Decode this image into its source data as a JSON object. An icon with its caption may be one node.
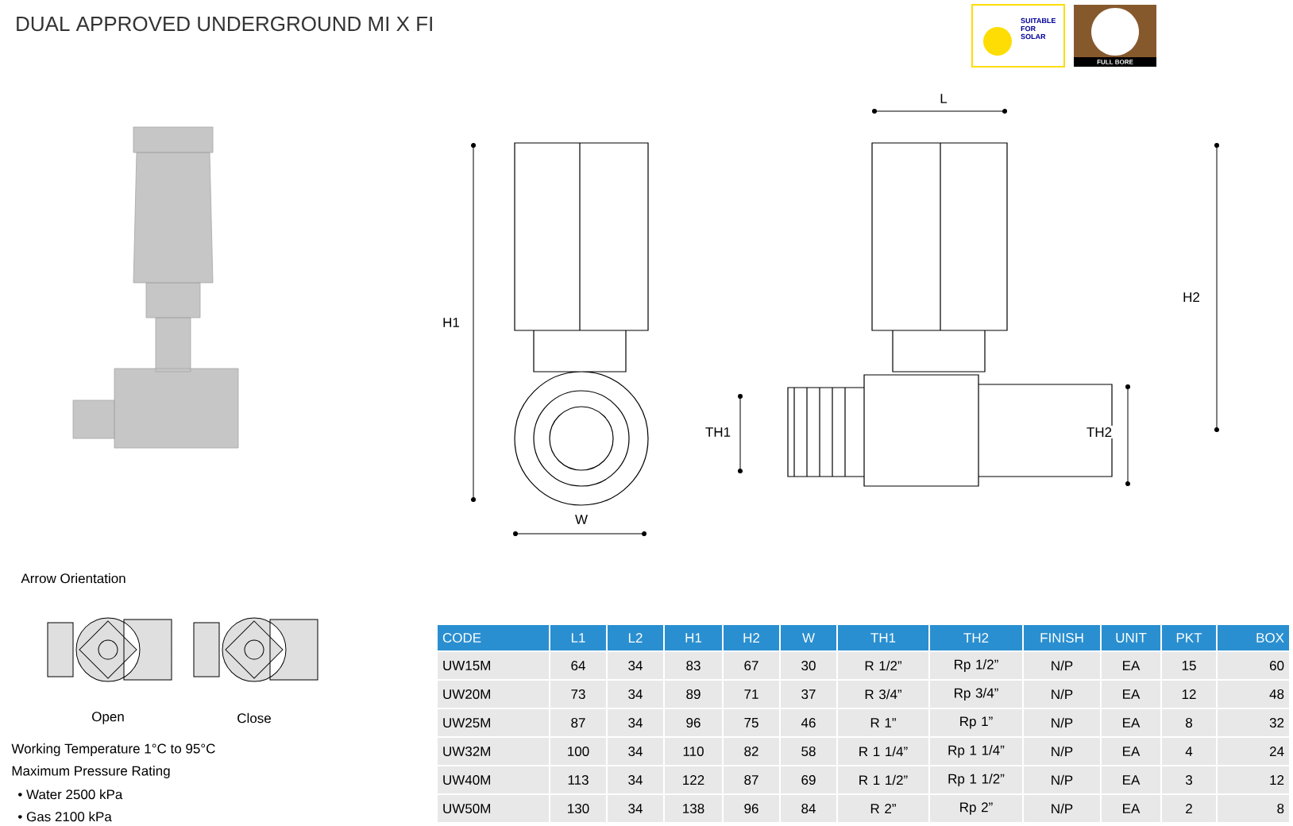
{
  "diagram": {
    "title": "DUAL APPROVED UNDERGROUND MI X FI",
    "labels": [
      "SUITABLE FOR SOLAR",
      "FULL BORE",
      "H1",
      "W",
      "TH1",
      "L",
      "H2",
      "TH2",
      "Arrow Orientation",
      "Open",
      "Close",
      "Working Temperature  1°C to 95°C",
      "Maximum Pressure Rating",
      "• Water 2500 kPa",
      "• Gas 2100 kPa",
      "CODE",
      "L1",
      "L2",
      "H1",
      "H2",
      "W",
      "TH1",
      "TH2",
      "FINISH",
      "UNIT",
      "PKT",
      "BOX",
      "UW15M",
      "64",
      "34",
      "83",
      "67",
      "30",
      "R 1/2”",
      "Rp 1/2”",
      "N/P",
      "EA",
      "15",
      "60",
      "UW20M",
      "73",
      "34",
      "89",
      "71",
      "37",
      "R 3/4”",
      "Rp 3/4”",
      "N/P",
      "EA",
      "12",
      "48",
      "UW25M",
      "87",
      "34",
      "96",
      "75",
      "46",
      "R 1”",
      "Rp 1”",
      "N/P",
      "EA",
      "8",
      "32",
      "UW32M",
      "100",
      "34",
      "110",
      "82",
      "58",
      "R 1 1/4”",
      "Rp 1 1/4”",
      "N/P",
      "EA",
      "4",
      "24",
      "UW40M",
      "113",
      "34",
      "122",
      "87",
      "69",
      "R 1 1/2”",
      "Rp 1 1/2”",
      "N/P",
      "EA",
      "3",
      "12",
      "UW50M",
      "130",
      "34",
      "138",
      "96",
      "84",
      "R 2”",
      "Rp 2”",
      "N/P",
      "EA",
      "2",
      "8"
    ]
  }
}
